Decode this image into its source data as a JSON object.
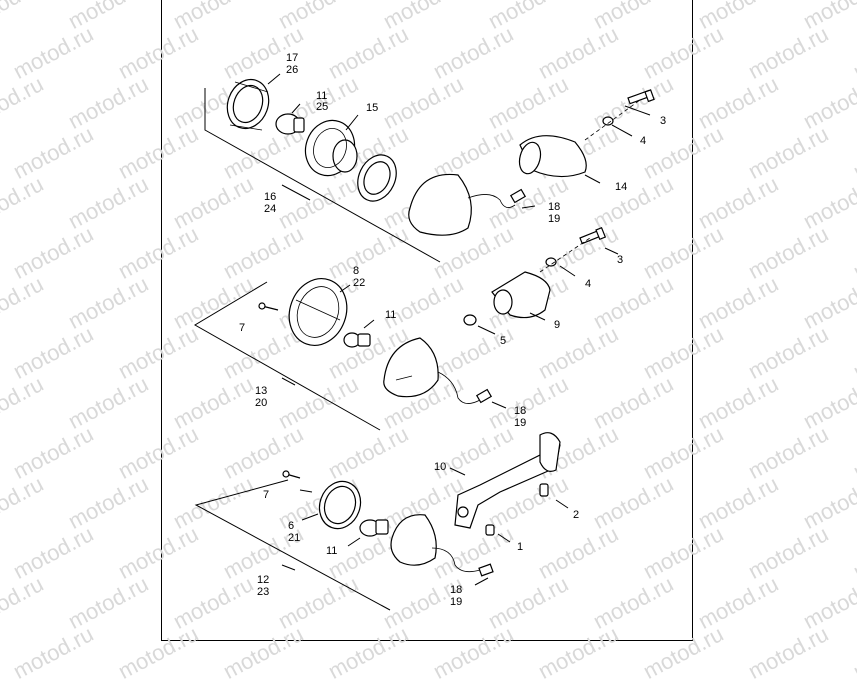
{
  "watermark": "motod.ru",
  "callouts": {
    "c17": "17",
    "c26": "26",
    "c11a": "11",
    "c25": "25",
    "c15": "15",
    "c16": "16",
    "c24": "24",
    "c3a": "3",
    "c4a": "4",
    "c14": "14",
    "c18a": "18",
    "c19a": "19",
    "c8": "8",
    "c22": "22",
    "c7a": "7",
    "c11b": "11",
    "c3b": "3",
    "c4b": "4",
    "c9": "9",
    "c5": "5",
    "c13": "13",
    "c20": "20",
    "c18b": "18",
    "c19b": "19",
    "c10": "10",
    "c7b": "7",
    "c2": "2",
    "c6": "6",
    "c21": "21",
    "c1": "1",
    "c11c": "11",
    "c12": "12",
    "c23": "23",
    "c18c": "18",
    "c19c": "19"
  }
}
